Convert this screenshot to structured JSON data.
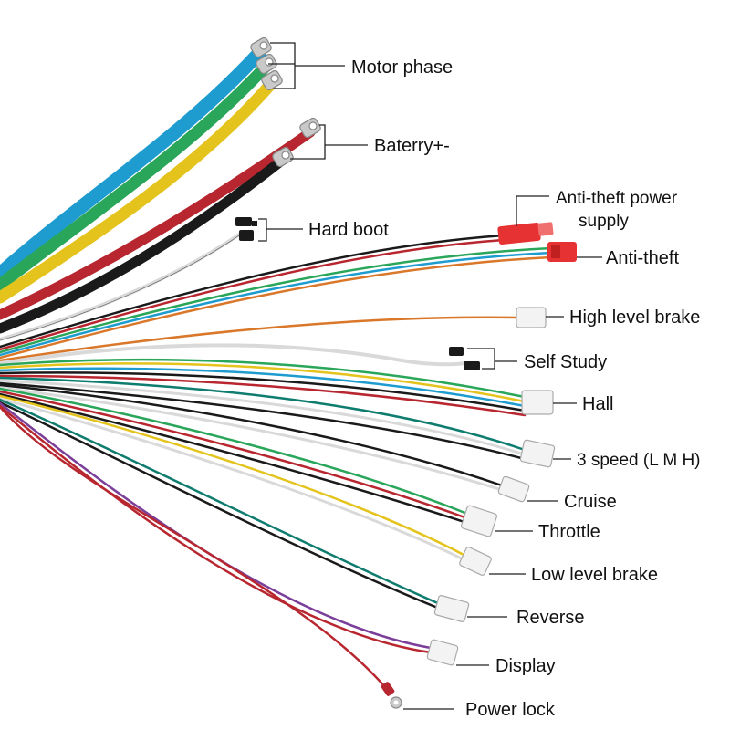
{
  "labels": {
    "motor_phase": "Motor phase",
    "battery": "Baterry+-",
    "hard_boot": "Hard boot",
    "anti_theft_power_line1": "Anti-theft power",
    "anti_theft_power_line2": "supply",
    "anti_theft": "Anti-theft",
    "high_level_brake": "High level brake",
    "self_study": "Self Study",
    "hall": "Hall",
    "three_speed": "3 speed (L M H)",
    "cruise": "Cruise",
    "throttle": "Throttle",
    "low_level_brake": "Low level brake",
    "reverse": "Reverse",
    "display": "Display",
    "power_lock": "Power lock"
  },
  "colors": {
    "blue": "#1e9cd0",
    "green": "#2aa65a",
    "yellow": "#e4c31c",
    "red": "#b8262f",
    "black": "#1a1a1a",
    "white_wire": "#d9d9d9",
    "orange": "#d9782a",
    "purple": "#7b3e99",
    "teal": "#0e7c6e",
    "connector_red": "#e63232",
    "connector_white": "#f3f3f3",
    "ring_terminal": "#c9c9c9"
  }
}
